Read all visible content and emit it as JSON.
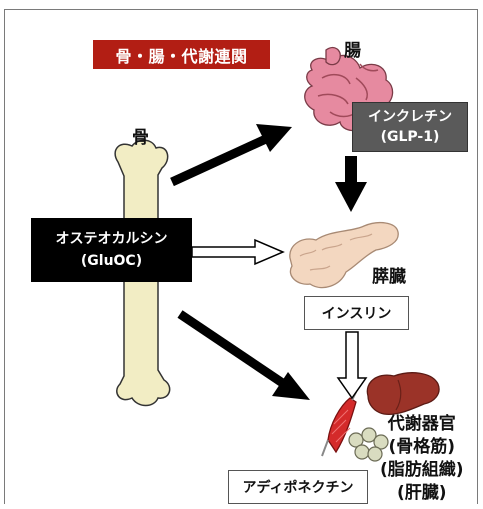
{
  "title": "骨・腸・代謝連関",
  "labels": {
    "bone": "骨",
    "gut": "腸",
    "pancreas": "膵臓",
    "metabolic_organs": [
      "代謝器官",
      "(骨格筋)",
      "(脂肪組織)",
      "(肝臓)"
    ]
  },
  "boxes": {
    "incretin": [
      "インクレチン",
      "(GLP-1)"
    ],
    "osteocalcin": [
      "オステオカルシン",
      "(GluOC)"
    ],
    "insulin": "インスリン",
    "adiponectin": "アディポネクチン"
  },
  "colors": {
    "title_bg": "#b21e14",
    "incretin_bg": "#5a5a5a",
    "osteocalcin_bg": "#000000",
    "bone": "#f2edc4",
    "intestine": "#e68aa0",
    "pancreas": "#f3d7c0",
    "liver": "#9b3328",
    "muscle": "#d42a2a",
    "fat": "#d9dcc0"
  }
}
